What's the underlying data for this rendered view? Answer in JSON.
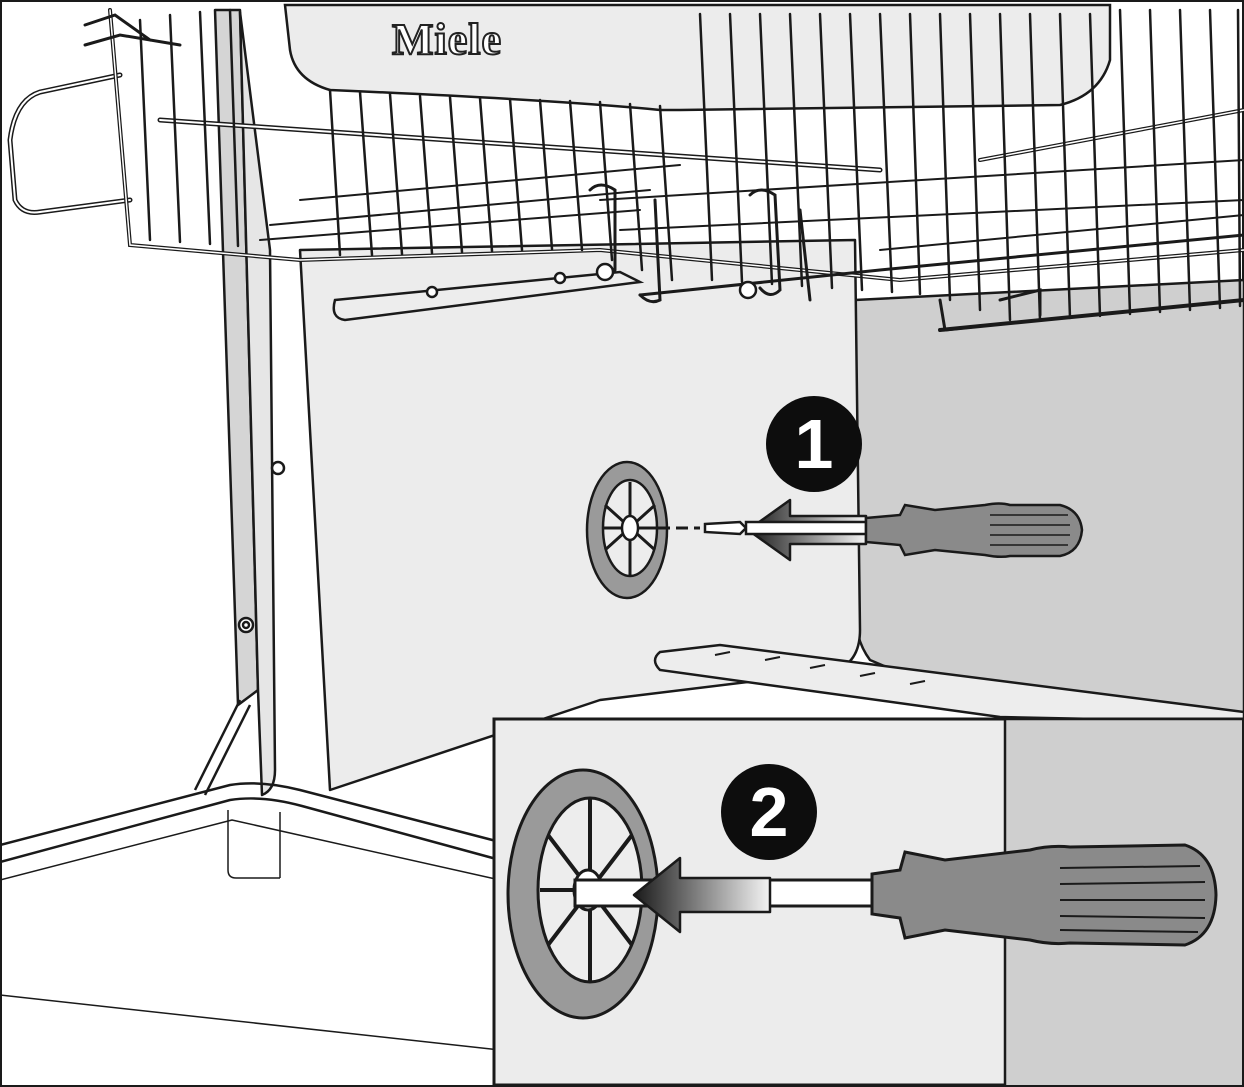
{
  "brand": {
    "logo_text": "Miele"
  },
  "steps": [
    {
      "number": "1"
    },
    {
      "number": "2"
    }
  ],
  "colors": {
    "outline": "#1a1a1a",
    "panel_light": "#ececec",
    "panel_gray": "#cfcfcf",
    "filter_ring": "#9a9a9a",
    "handle": "#8a8a8a",
    "step_badge": "#0d0d0d"
  },
  "icons": [
    "screwdriver-icon",
    "arrow-left-icon",
    "filter-cover-icon"
  ]
}
